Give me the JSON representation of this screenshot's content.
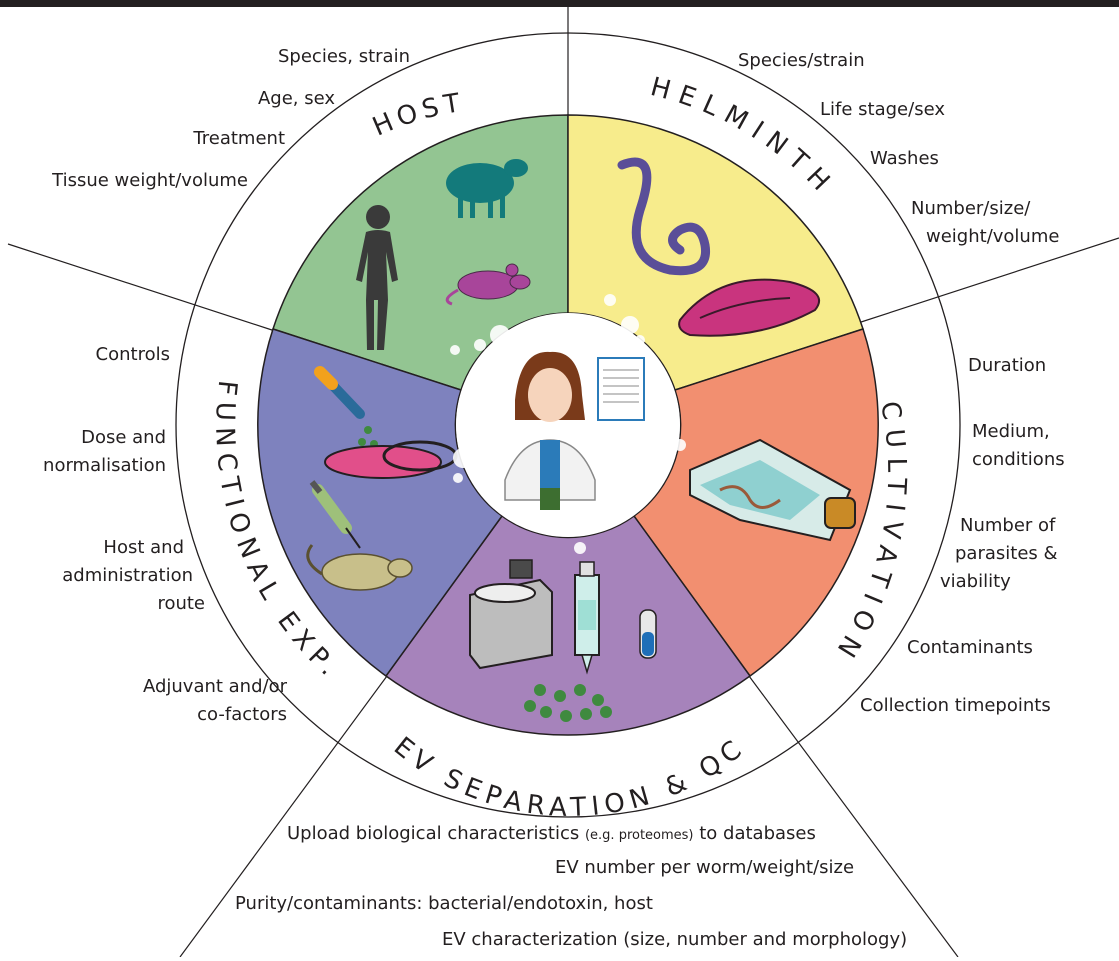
{
  "colors": {
    "host": "#93c592",
    "helminth": "#f7ec8c",
    "cultivation": "#f28f70",
    "ev": "#a683bb",
    "functional": "#7e82be",
    "center": "#ffffff",
    "line": "#231f20"
  },
  "sectors": [
    {
      "id": "host",
      "title": "HOST"
    },
    {
      "id": "helminth",
      "title": "HELMINTH"
    },
    {
      "id": "cultivation",
      "title": "CULTIVATION"
    },
    {
      "id": "ev",
      "title": "EV SEPARATION & QC"
    },
    {
      "id": "functional",
      "title": "FUNCTIONAL EXP."
    }
  ],
  "labels": {
    "host": [
      "Species, strain",
      "Age, sex",
      "Treatment",
      "Tissue weight/volume"
    ],
    "helminth": [
      "Species/strain",
      "Life stage/sex",
      "Washes",
      "Number/size/",
      "weight/volume"
    ],
    "cultivation": [
      "Duration",
      "Medium,",
      "conditions",
      "Number of",
      "parasites &",
      "viability",
      "Contaminants",
      "Collection timepoints"
    ],
    "functional": [
      "Controls",
      "Dose and",
      "normalisation",
      "Host and",
      "administration",
      "route",
      "Adjuvant and/or",
      "co-factors"
    ],
    "ev": {
      "upload_main": "Upload biological characteristics",
      "upload_small": "(e.g. proteomes)",
      "upload_end": "to databases",
      "ev_number": "EV number per worm/weight/size",
      "purity": "Purity/contaminants: bacterial/endotoxin, host",
      "characterization": "EV characterization (size, number and morphology)"
    }
  },
  "icons": [
    "human-icon",
    "sheep-icon",
    "mouse-icon",
    "worm-icon",
    "fluke-icon",
    "culture-flask-icon",
    "centrifuge-icon",
    "column-icon",
    "tube-icon",
    "ev-particles-icon",
    "dropper-icon",
    "petri-dish-icon",
    "syringe-icon",
    "scientist-icon",
    "paper-icon",
    "bubble-icon"
  ]
}
